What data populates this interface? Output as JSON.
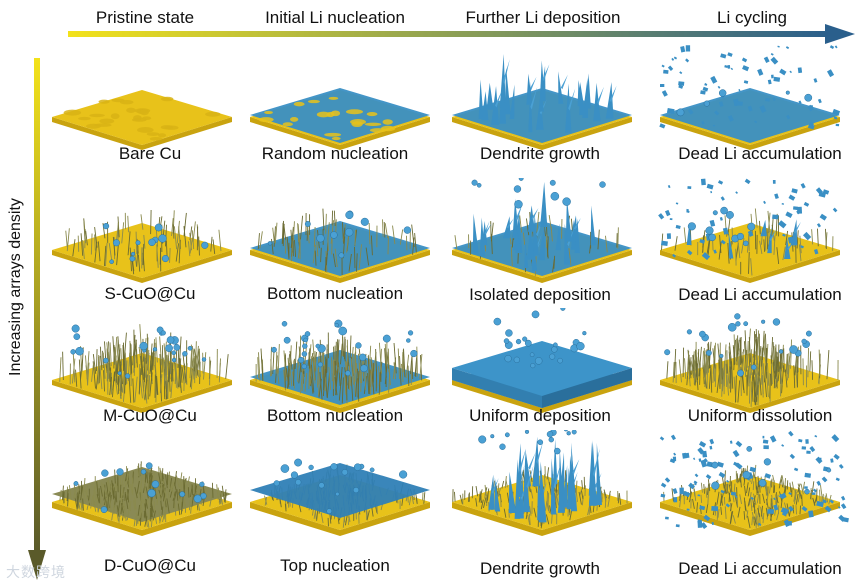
{
  "header": {
    "columns": [
      "Pristine state",
      "Initial Li nucleation",
      "Further Li deposition",
      "Li cycling"
    ]
  },
  "axis": {
    "vertical_label": "Increasing arrays density"
  },
  "rows": [
    {
      "name": "Bare Cu",
      "labels": [
        "Bare Cu",
        "Random nucleation",
        "Dendrite growth",
        "Dead Li accumulation"
      ]
    },
    {
      "name": "S-CuO@Cu",
      "labels": [
        "S-CuO@Cu",
        "Bottom nucleation",
        "Isolated deposition",
        "Dead Li accumulation"
      ]
    },
    {
      "name": "M-CuO@Cu",
      "labels": [
        "M-CuO@Cu",
        "Bottom nucleation",
        "Uniform deposition",
        "Uniform dissolution"
      ]
    },
    {
      "name": "D-CuO@Cu",
      "labels": [
        "D-CuO@Cu",
        "Top nucleation",
        "Dendrite growth",
        "Dead Li accumulation"
      ]
    }
  ],
  "watermark": "大数跨境",
  "colors": {
    "copper": "#e8c21a",
    "lithium": "#3a8fc4",
    "arrays": "#7a7a3a",
    "arrow_start": "#f3e21b",
    "arrow_end": "#2a5f8c"
  }
}
